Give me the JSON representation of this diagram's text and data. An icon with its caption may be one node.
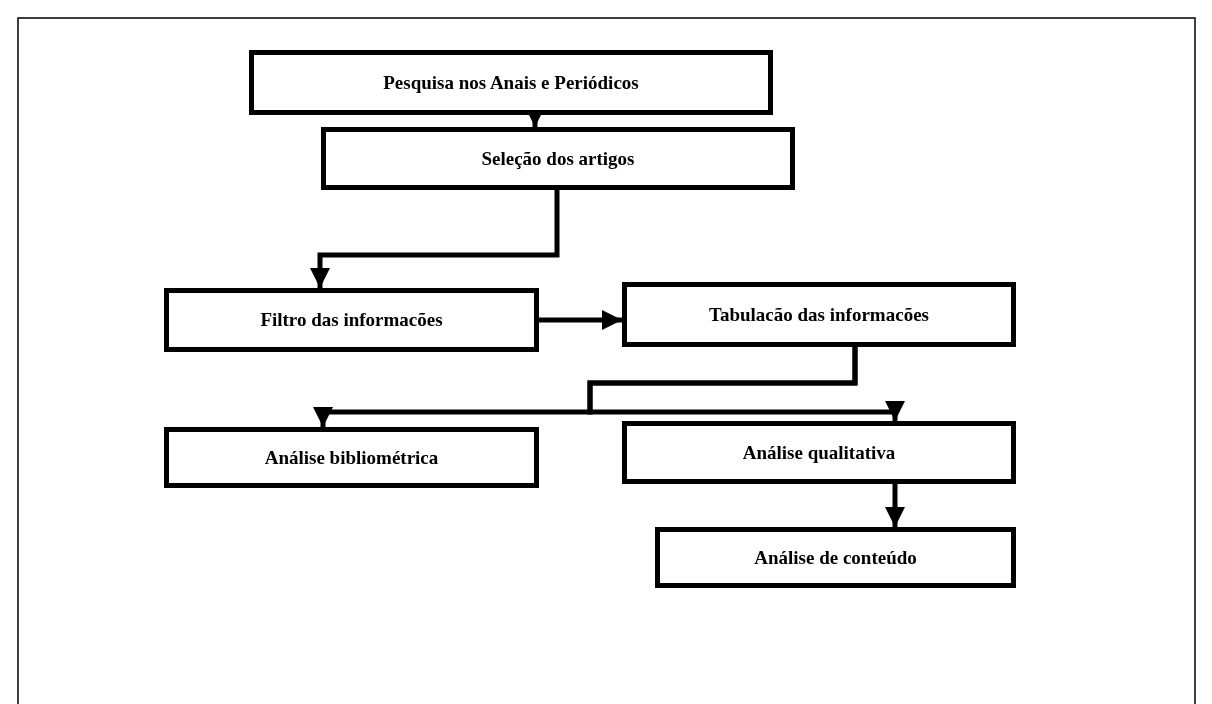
{
  "diagram": {
    "nodes": [
      {
        "text": [
          "Pesquisa nos Anais e Periódicos"
        ]
      },
      {
        "text": [
          "Seleção dos artigos"
        ]
      },
      {
        "text": [
          "Filtro das informacões"
        ]
      },
      {
        "text": [
          "Tabulacão das informacões"
        ]
      },
      {
        "text": [
          "Análise bibliométrica"
        ]
      },
      {
        "text": [
          "Análise qualitativa"
        ]
      },
      {
        "text": [
          "Análise de conteúdo"
        ]
      }
    ],
    "edges": [
      {
        "from": 0,
        "to": 1,
        "arrow": "to"
      },
      {
        "from": 1,
        "to": 2,
        "arrow": "to"
      },
      {
        "from": 2,
        "to": 3,
        "arrow": "to"
      },
      {
        "from": 3,
        "to": 4,
        "arrow": "to"
      },
      {
        "from": 3,
        "to": 5,
        "arrow": "to"
      },
      {
        "from": 5,
        "to": 6,
        "arrow": "to"
      }
    ]
  }
}
